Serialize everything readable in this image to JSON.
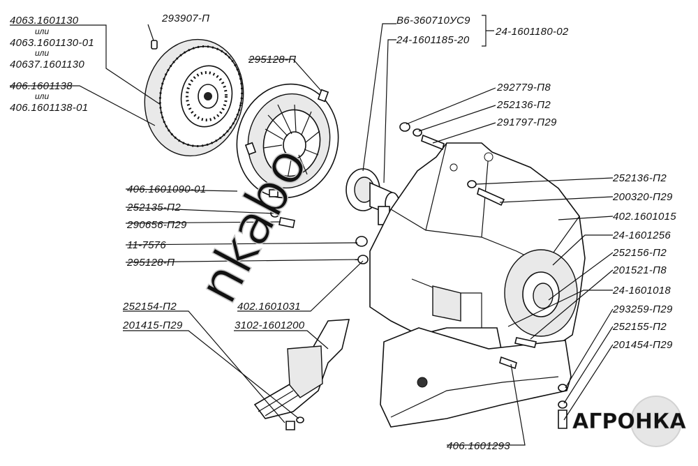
{
  "labels": {
    "l1a": "4063.1601130",
    "l1b": "или",
    "l1c": "4063.1601130-01",
    "l1d": "или",
    "l1e": "40637.1601130",
    "l2a": "406.1601138",
    "l2b": "или",
    "l2c": "406.1601138-01",
    "l3": "293907-П",
    "l4": "295128-П",
    "l5": "В6-360710УС9",
    "l6": "24-1601185-20",
    "l7": "24-1601180-02",
    "l8": "292779-П8",
    "l9": "252136-П2",
    "l10": "291797-П29",
    "l11": "252136-П2",
    "l12": "200320-П29",
    "l13": "402.1601015",
    "l14": "24-1601256",
    "l15": "252156-П2",
    "l16": "201521-П8",
    "l17": "24-1601018",
    "l18": "293259-П29",
    "l19": "252155-П2",
    "l20": "201454-П29",
    "l21": "406.1601090-01",
    "l22": "252135-П2",
    "l23": "290656-П29",
    "l24": "11-7576",
    "l25": "295128-П",
    "l26": "402.1601031",
    "l27": "3102-1601200",
    "l28": "252154-П2",
    "l29": "201415-П29",
    "l30": "406.1601293"
  },
  "watermarks": {
    "diagonal": "nkabo",
    "logo": "АГРОНКА"
  }
}
